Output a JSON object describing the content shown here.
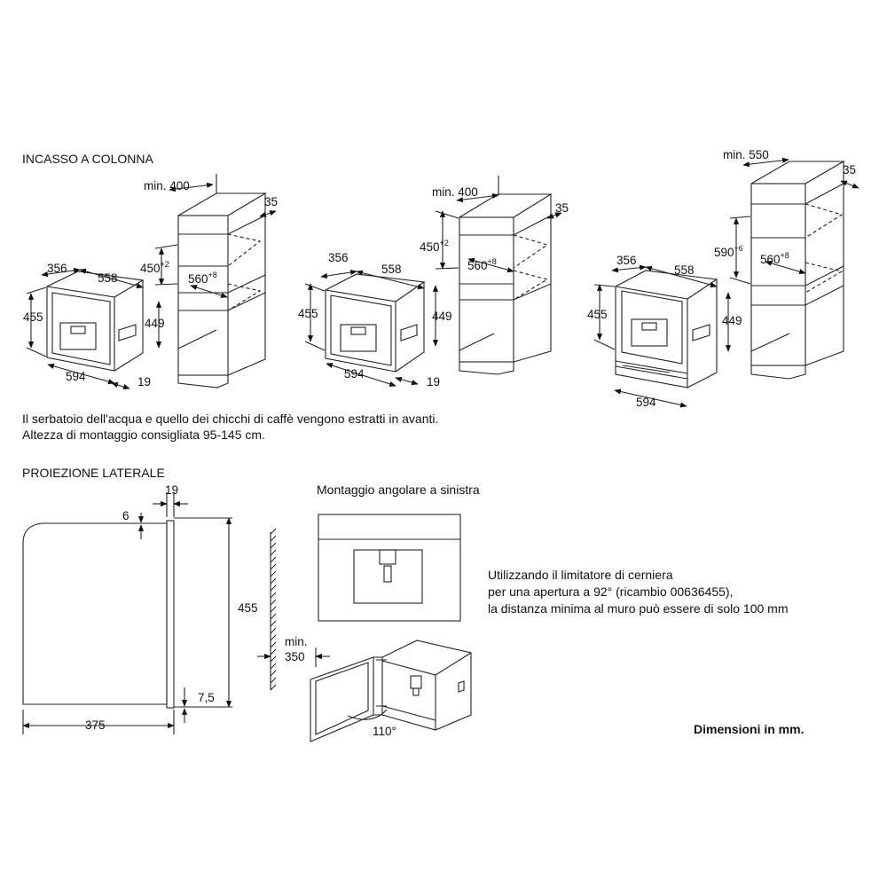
{
  "sections": {
    "column": "INCASSO A COLONNA",
    "side": "PROIEZIONE LATERALE"
  },
  "notes": {
    "line1": "Il serbatoio dell'acqua e quello dei chicchi di caffè vengono estratti in avanti.",
    "line2": "Altezza di montaggio consigliata 95-145 cm.",
    "corner_title": "Montaggio angolare a sinistra",
    "hinge1": "Utilizzando il limitatore di cerniera",
    "hinge2": "per una apertura a 92° (ricambio 00636455),",
    "hinge3": "la distanza minima al muro può essere di solo 100 mm",
    "units": "Dimensioni in mm."
  },
  "dims": {
    "d400": "min. 400",
    "d550": "min. 550",
    "d35": "35",
    "d356": "356",
    "d558": "558",
    "d450": "450",
    "d450_tol": "+2",
    "d590": "590",
    "d590_tol": "+6",
    "d560": "560",
    "d560_tol": "+8",
    "d455": "455",
    "d449": "449",
    "d594": "594",
    "d19": "19",
    "d6": "6",
    "d7_5": "7,5",
    "d375": "375",
    "dmin": "min.",
    "d350": "350",
    "d110": "110°"
  }
}
